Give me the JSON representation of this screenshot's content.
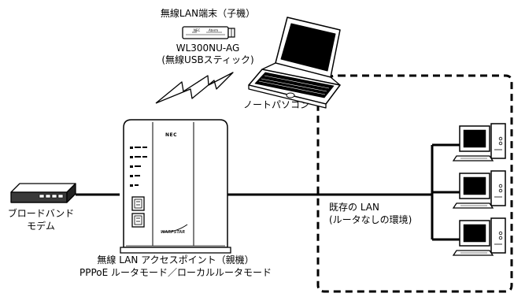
{
  "usb_stick": {
    "title": "無線LAN端末（子機）",
    "model": "WL300NU-AG",
    "type": "(無線USBスティック)",
    "print_left": "NEC",
    "print_right": "Aterm"
  },
  "notebook": {
    "label": "ノートパソコン"
  },
  "router": {
    "logo": "NEC",
    "brand": "WARPSTAR",
    "caption_line1": "無線 LAN アクセスポイント（親機）",
    "caption_line2": "PPPoE ルータモード／ローカルルータモード"
  },
  "modem": {
    "line1": "ブロードバンド",
    "line2": "モデム"
  },
  "existing_lan": {
    "line1": "既存の LAN",
    "line2": "(ルータなしの環境)"
  },
  "icon_names": [
    "usb-dongle-icon",
    "laptop-icon",
    "wireless-signal-icon",
    "router-icon",
    "modem-icon",
    "desktop-pc-icon"
  ]
}
